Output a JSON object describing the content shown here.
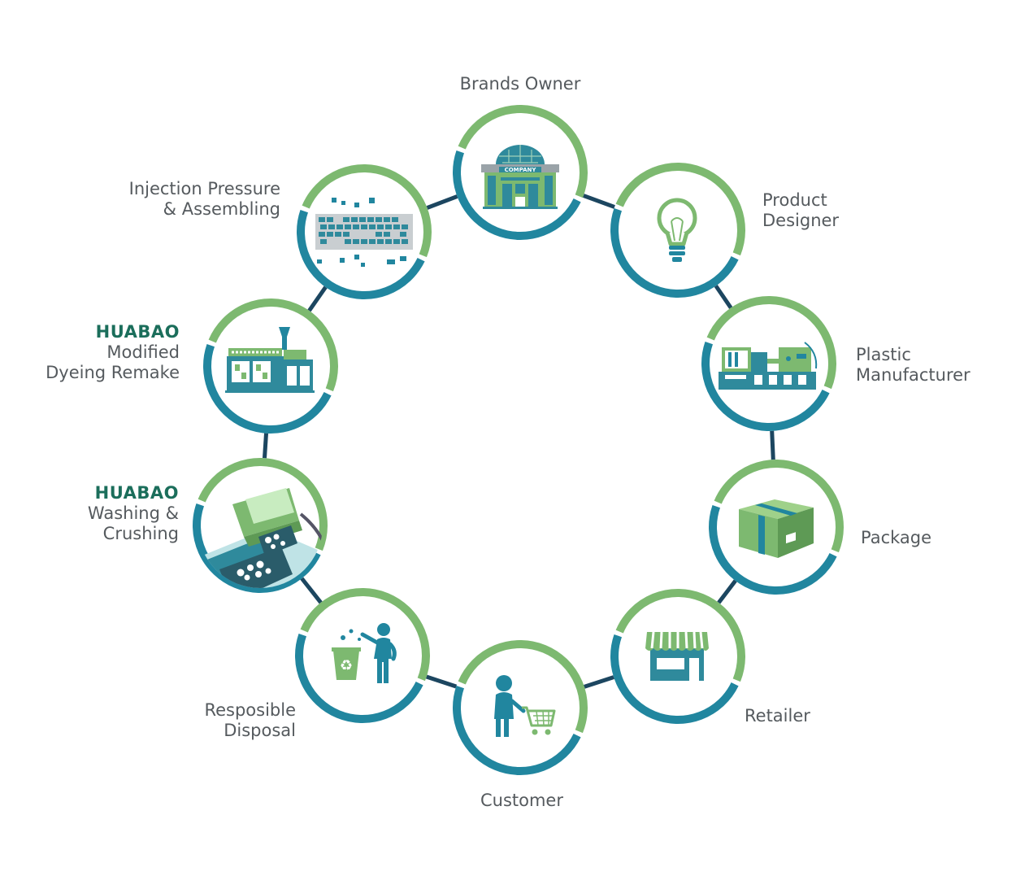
{
  "colors": {
    "ring_green": "#7db970",
    "ring_teal": "#21869f",
    "connector": "#1c4660",
    "label": "#555a5e",
    "brand": "#1b6e5b"
  },
  "nodes": [
    {
      "id": "brands-owner",
      "lines": [
        "Brands Owner"
      ],
      "icon": "company-building-icon",
      "icon_text": "COMPANY"
    },
    {
      "id": "product-designer",
      "lines": [
        "Product",
        "Designer"
      ],
      "icon": "light-bulb-icon"
    },
    {
      "id": "plastic-manufacturer",
      "lines": [
        "Plastic",
        "Manufacturer"
      ],
      "icon": "injection-machine-icon"
    },
    {
      "id": "package",
      "lines": [
        "Package"
      ],
      "icon": "box-icon"
    },
    {
      "id": "retailer",
      "lines": [
        "Retailer"
      ],
      "icon": "store-icon"
    },
    {
      "id": "customer",
      "lines": [
        "Customer"
      ],
      "icon": "shopping-cart-icon"
    },
    {
      "id": "responsible-disposal",
      "lines": [
        "Resposible",
        "Disposal"
      ],
      "icon": "recycle-bin-icon"
    },
    {
      "id": "washing-crushing",
      "brand": "HUABAO",
      "lines": [
        "Washing &",
        "Crushing"
      ],
      "icon": "crusher-icon"
    },
    {
      "id": "modified-dyeing",
      "brand": "HUABAO",
      "lines": [
        "Modified",
        "Dyeing Remake"
      ],
      "icon": "factory-machine-icon"
    },
    {
      "id": "injection-assembling",
      "lines": [
        "Injection Pressure",
        "& Assembling"
      ],
      "icon": "keyboard-parts-icon"
    }
  ]
}
